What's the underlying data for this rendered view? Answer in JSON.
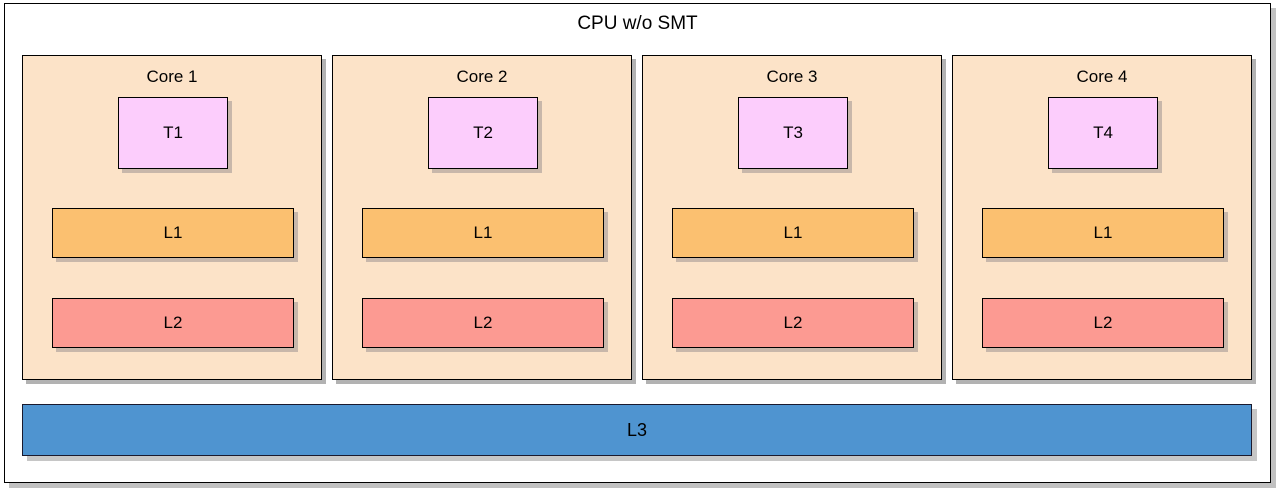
{
  "diagram": {
    "title": "CPU w/o SMT",
    "colors": {
      "core_fill": "#fce3c8",
      "thread_fill": "#fccdfc",
      "l1_fill": "#fbc070",
      "l2_fill": "#fc9a92",
      "l3_fill": "#4f94d0",
      "border": "#000000",
      "background": "#ffffff"
    },
    "cores": [
      {
        "label": "Core 1",
        "thread": "T1",
        "l1": "L1",
        "l2": "L2"
      },
      {
        "label": "Core 2",
        "thread": "T2",
        "l1": "L1",
        "l2": "L2"
      },
      {
        "label": "Core 3",
        "thread": "T3",
        "l1": "L1",
        "l2": "L2"
      },
      {
        "label": "Core 4",
        "thread": "T4",
        "l1": "L1",
        "l2": "L2"
      }
    ],
    "shared_cache": {
      "label": "L3"
    }
  }
}
